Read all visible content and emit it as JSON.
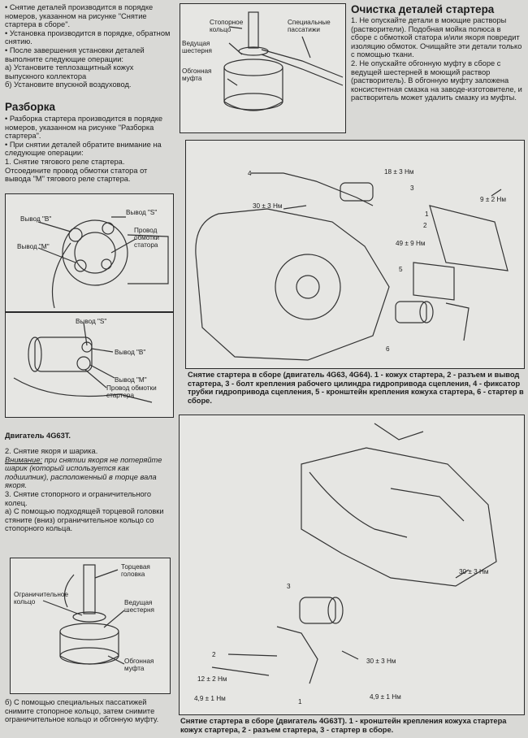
{
  "col1": {
    "p1": "• Снятие деталей производится в порядке номеров, указанном на рисунке \"Снятие стартера в сборе\".",
    "p2": "• Установка производится в порядке, обратном снятию.",
    "p3": "• После завершения установки деталей выполните следующие операции:",
    "p4": "а) Установите теплозащитный кожух выпускного коллектора",
    "p5": "б) Установите впускной воздуховод.",
    "heading": "Разборка",
    "p6": "• Разборка стартера производится в порядке номеров, указанном на рисунке \"Разборка стартера\".",
    "p7": "• При снятии деталей обратите внимание на следующие операции:",
    "p8": "1. Снятие тягового реле стартера.",
    "p9": "Отсоедините провод обмотки статора от вывода \"М\" тягового реле стартера.",
    "engine": "Двигатель 4G63T.",
    "p10": "2. Снятие якоря и шарика.",
    "p11_warn": "Внимание:",
    "p11": " при снятии якоря не потеряйте шарик (который используется как подшипник), расположенный в торце вала якоря.",
    "p12": "3. Снятие стопорного и ограничительного колец.",
    "p13": "а) С помощью подходящей торцевой головки стяните (вниз) ограничительное кольцо со стопорного кольца.",
    "p14": "б) С помощью специальных пассатижей снимите стопорное кольцо, затем снимите ограничительное кольцо и обгонную муфту."
  },
  "fig1": {
    "vyvod_b": "Вывод \"B\"",
    "vyvod_s": "Вывод \"S\"",
    "vyvod_m": "Вывод \"M\"",
    "provod": "Провод обмотки статора"
  },
  "fig2": {
    "vyvod_s": "Вывод \"S\"",
    "vyvod_b": "Вывод \"B\"",
    "vyvod_m": "Вывод \"M\"",
    "provod": "Провод обмотки стартера"
  },
  "fig3": {
    "golovka": "Торцевая головка",
    "kolco": "Ограничительное кольцо",
    "shesternya": "Ведущая шестерня",
    "mufta": "Обгонная муфта"
  },
  "fig4": {
    "stopor": "Стопорное кольцо",
    "shesternya": "Ведущая шестерня",
    "mufta": "Обгонная муфта",
    "passatizhi": "Специальные пассатижи"
  },
  "col3": {
    "heading": "Очистка деталей стартера",
    "p1": "1. Не опускайте детали в моющие растворы (растворители). Подобная мойка полюса в сборе с обмоткой статора и/или якоря повредит изоляцию обмоток. Очищайте эти детали только с помощью ткани.",
    "p2": "2. Не опускайте обгонную муфту в сборе с ведущей шестерней в моющий раствор (растворитель). В обгонную муфту заложена консистентная смазка на заводе-изготовителе, и растворитель может удалить смазку из муфты."
  },
  "fig5": {
    "n4": "4",
    "n3": "3",
    "n2": "2",
    "n1": "1",
    "n5": "5",
    "n6": "6",
    "t18": "18 ± 3 Нм",
    "t30": "30 ± 3 Нм",
    "t9": "9 ± 2 Нм",
    "t49": "49 ± 9 Нм",
    "caption": "Снятие стартера в сборе (двигатель 4G63, 4G64). 1 - кожух стартера, 2 - разъем и вывод стартера, 3 - болт крепления рабочего цилиндра гидропривода сцепления, 4 - фиксатор трубки гидропривода сцепления, 5 - кронштейн крепления кожуха стартера, 6 - стартер в сборе."
  },
  "fig6": {
    "n3": "3",
    "n2": "2",
    "n1": "1",
    "t30a": "30 ± 3 Нм",
    "t30b": "30 ± 3 Нм",
    "t12": "12 ± 2 Нм",
    "t49a": "4,9 ± 1 Нм",
    "t49b": "4,9 ± 1 Нм",
    "caption": "Снятие стартера в сборе (двигатель 4G63T). 1 - кронштейн крепления кожуха стартера кожух стартера, 2 - разъем стартера, 3 - стартер в сборе."
  }
}
